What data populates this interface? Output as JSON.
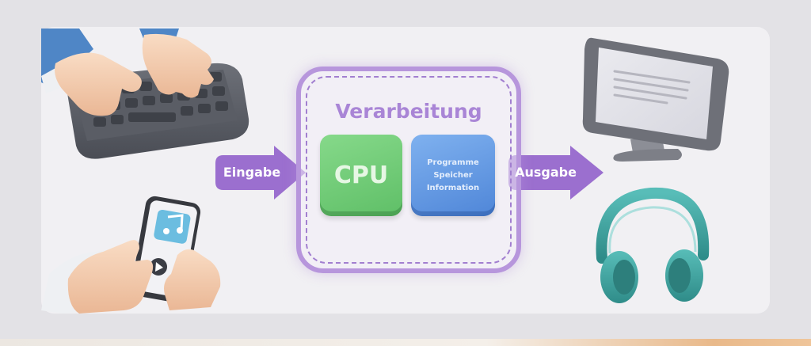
{
  "diagram": {
    "input_label": "Eingabe",
    "processing_title": "Verarbeitung",
    "cpu_label": "CPU",
    "memory_lines": [
      "Programme",
      "Speicher",
      "Information"
    ],
    "output_label": "Ausgabe"
  },
  "colors": {
    "accent_purple": "#a27fd0",
    "arrow_purple": "#9b6fcf",
    "cpu_green": "#6cc872",
    "memory_blue": "#5b8fdd",
    "headphones_teal": "#3fa6a2"
  },
  "icons": [
    "keyboard-icon",
    "hands-icon",
    "smartphone-icon",
    "music-note-icon",
    "play-icon",
    "monitor-icon",
    "headphones-icon"
  ]
}
